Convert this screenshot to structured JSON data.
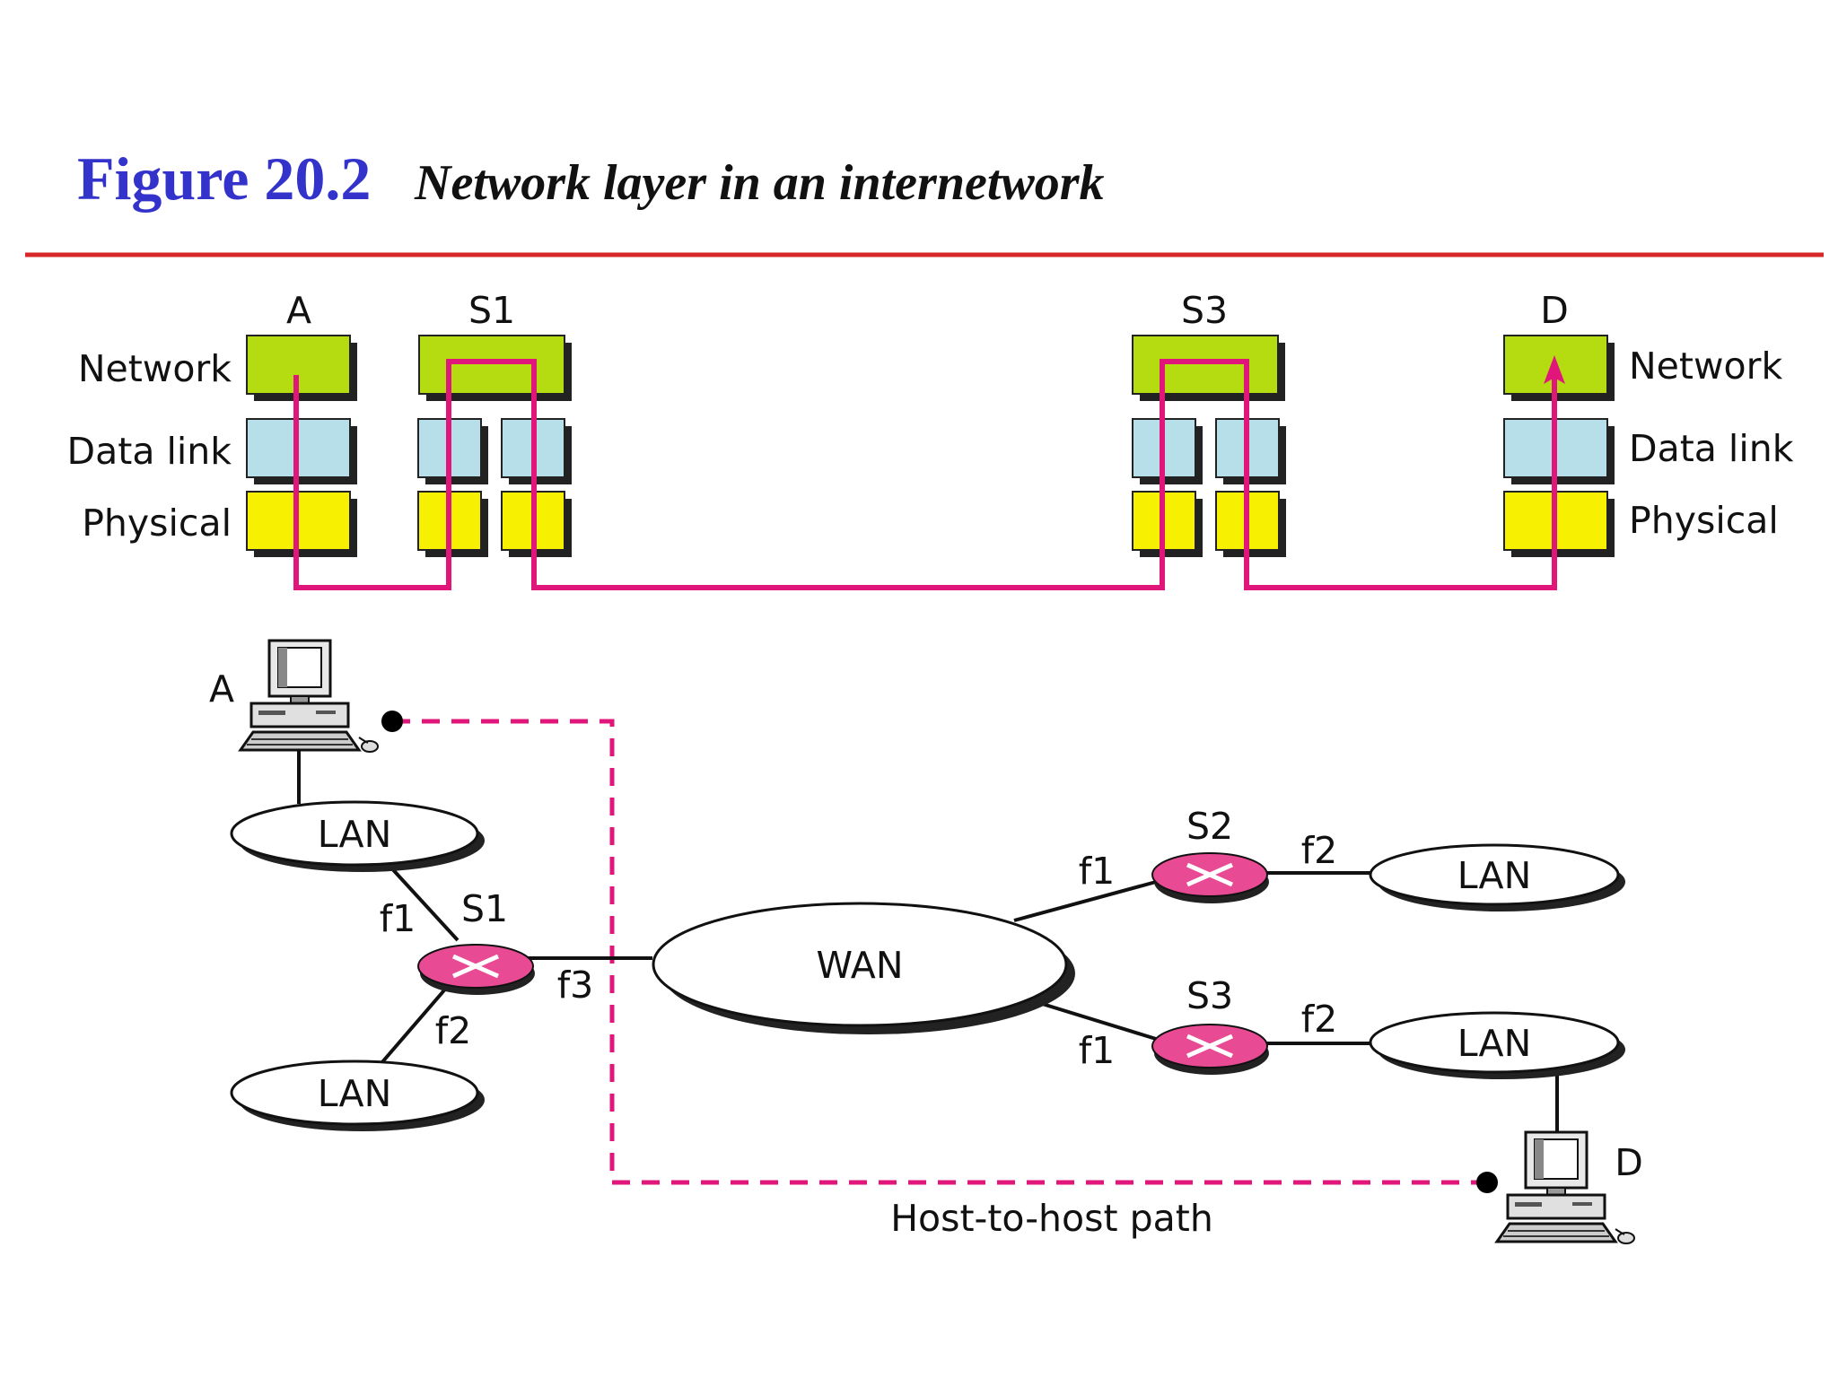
{
  "figure": {
    "label": "Figure 20.2",
    "caption": "Network layer in an internetwork"
  },
  "colors": {
    "figure_label": "#3333cc",
    "rule": "#d62828",
    "network_layer": "#b5dc10",
    "datalink_layer": "#b7dfe9",
    "physical_layer": "#f7f000",
    "path": "#e0167a",
    "router": "#e84b93"
  },
  "layers": {
    "left_labels": [
      "Network",
      "Data link",
      "Physical"
    ],
    "right_labels": [
      "Network",
      "Data link",
      "Physical"
    ]
  },
  "stacks": {
    "a": "A",
    "s1": "S1",
    "s3": "S3",
    "d": "D"
  },
  "topology": {
    "host_a": "A",
    "host_d": "D",
    "lan_a": "LAN",
    "lan_s1_f2": "LAN",
    "wan": "WAN",
    "lan_s2": "LAN",
    "lan_s3": "LAN",
    "router_s1": "S1",
    "router_s2": "S2",
    "router_s3": "S3",
    "s1_f1": "f1",
    "s1_f2": "f2",
    "s1_f3": "f3",
    "s2_f1": "f1",
    "s2_f2": "f2",
    "s3_f1": "f1",
    "s3_f2": "f2",
    "path_label": "Host-to-host path"
  }
}
